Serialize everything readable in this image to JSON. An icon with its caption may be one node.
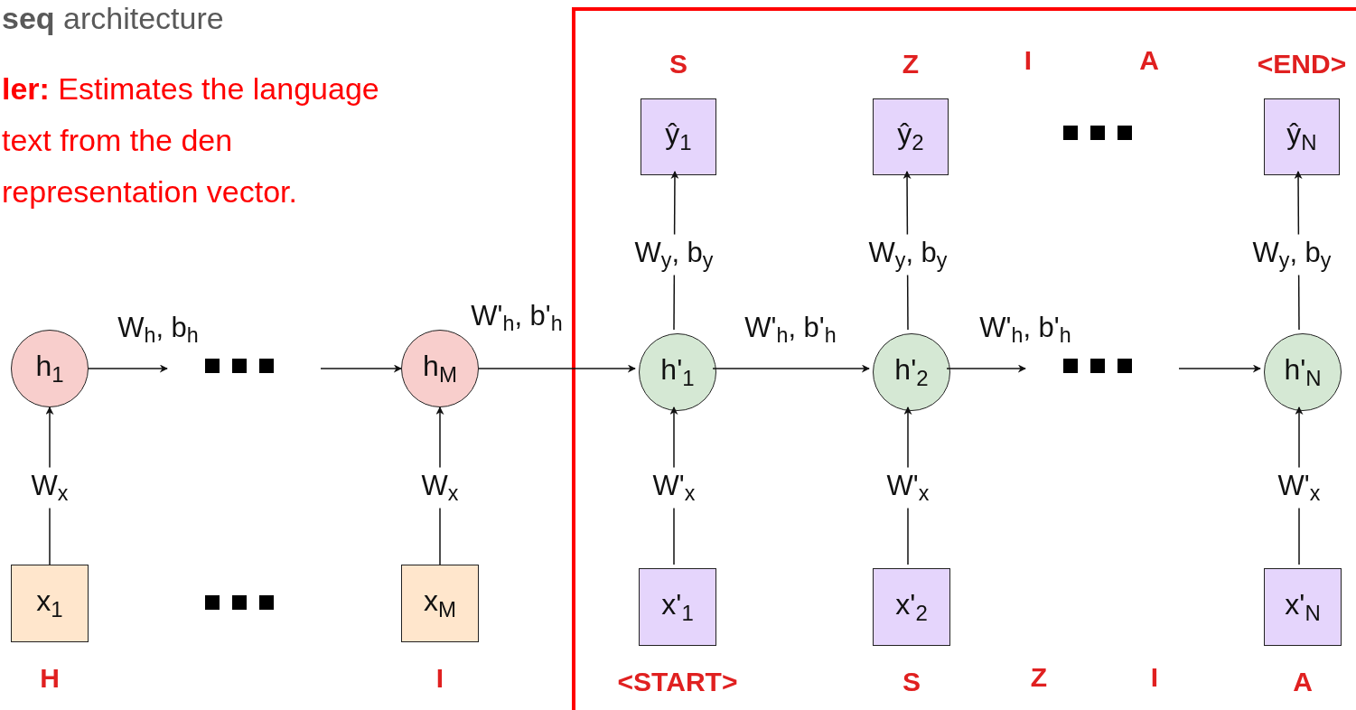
{
  "diagram": {
    "title": "**seq** architecture",
    "nodes": [
      {
        "text": [],
        "shape": "box"
      },
      {
        "text": [
          "ŷ$_{1}$"
        ],
        "in": 0,
        "beside": [
          "S"
        ]
      },
      {
        "text": [
          "ŷ$_{2}$"
        ],
        "in": 0,
        "beside": [
          "Z"
        ]
      },
      {
        "text": [
          "ŷ$_{N}$"
        ],
        "in": 0,
        "beside": [
          "<END>"
        ]
      },
      {
        "text": [
          "h$_{1}$"
        ]
      },
      {
        "text": [
          "h$_{M}$"
        ]
      },
      {
        "text": [
          "h'$_{1}$"
        ],
        "in": 0
      },
      {
        "text": [
          "h'$_{2}$"
        ],
        "in": 0
      },
      {
        "text": [
          "h'$_{N}$"
        ],
        "in": 0
      },
      {
        "text": [
          "x$_{1}$"
        ],
        "beside": [
          "H"
        ]
      },
      {
        "text": [
          "x$_{M}$"
        ],
        "beside": [
          "I"
        ]
      },
      {
        "text": [
          "x'$_{1}$"
        ],
        "in": 0,
        "beside": [
          "<START>"
        ]
      },
      {
        "text": [
          "x'$_{2}$"
        ],
        "in": 0,
        "beside": [
          "S"
        ]
      },
      {
        "text": [
          "x'$_{N}$"
        ],
        "in": 0,
        "beside": [
          "A"
        ]
      }
    ],
    "edges": [
      {
        "from": 9,
        "to": 4,
        "arrow": "to",
        "label": "W$_{x}$"
      },
      {
        "from": 10,
        "to": 5,
        "arrow": "to",
        "label": "W$_{x}$"
      },
      {
        "from": 11,
        "to": 6,
        "arrow": "to",
        "label": "W'$_{x}$"
      },
      {
        "from": 12,
        "to": 7,
        "arrow": "to",
        "label": "W'$_{x}$"
      },
      {
        "from": 13,
        "to": 8,
        "arrow": "to",
        "label": "W'$_{x}$"
      },
      {
        "from": 4,
        "to": null,
        "arrow": "to",
        "label": "W$_{h}$, b$_{h}$"
      },
      {
        "from": null,
        "to": 5,
        "arrow": "to"
      },
      {
        "from": 5,
        "to": 6,
        "arrow": "to",
        "label": "W'$_{h}$, b'$_{h}$"
      },
      {
        "from": 6,
        "to": 7,
        "arrow": "to",
        "label": "W'$_{h}$, b'$_{h}$"
      },
      {
        "from": 7,
        "to": null,
        "arrow": "to",
        "label": "W'$_{h}$, b'$_{h}$"
      },
      {
        "from": null,
        "to": 8,
        "arrow": "to"
      },
      {
        "from": 6,
        "to": 1,
        "arrow": "to",
        "label": "W$_{y}$, b$_{y}$"
      },
      {
        "from": 7,
        "to": 2,
        "arrow": "to",
        "label": "W$_{y}$, b$_{y}$"
      },
      {
        "from": 8,
        "to": 3,
        "arrow": "to",
        "label": "W$_{y}$, b$_{y}$"
      }
    ],
    "labels": [
      "**ler:** Estimates the language text from the den representation vector.",
      "I",
      "A",
      "Z",
      "I"
    ]
  }
}
